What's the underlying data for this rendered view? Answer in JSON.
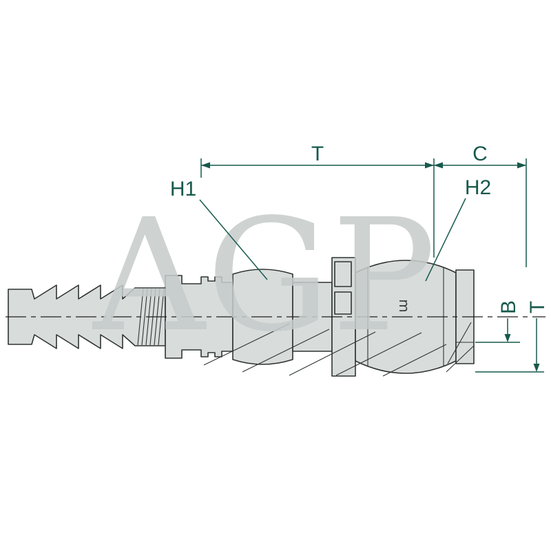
{
  "drawing": {
    "watermark": "AGP",
    "stamp": "m",
    "description": "Technical line drawing of a hydraulic hose fitting with hose barb tail, hex H1, and swivel nut H2"
  },
  "dims": {
    "t_top": "T",
    "c_top": "C",
    "h1": "H1",
    "h2": "H2",
    "b_right": "B",
    "t_right": "T"
  },
  "colors": {
    "background": "#ffffff",
    "dimension_accent": "#17594c",
    "outline": "#2f3433",
    "body_fill": "#d8dcdb",
    "watermark": "#c6cccb",
    "centerline": "#1e1e1e"
  }
}
